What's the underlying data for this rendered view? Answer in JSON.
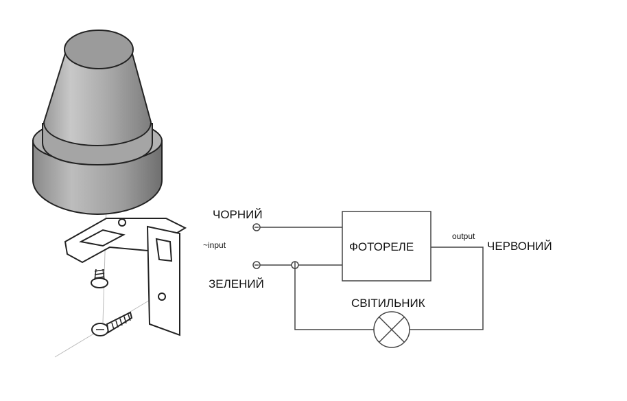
{
  "diagram": {
    "labels": {
      "black_wire": "ЧОРНИЙ",
      "input": "~input",
      "green_wire": "ЗЕЛЕНИЙ",
      "relay": "ФОТОРЕЛЕ",
      "output": "output",
      "red_wire": "ЧЕРВОНИЙ",
      "lamp": "СВІТИЛЬНИК"
    }
  }
}
